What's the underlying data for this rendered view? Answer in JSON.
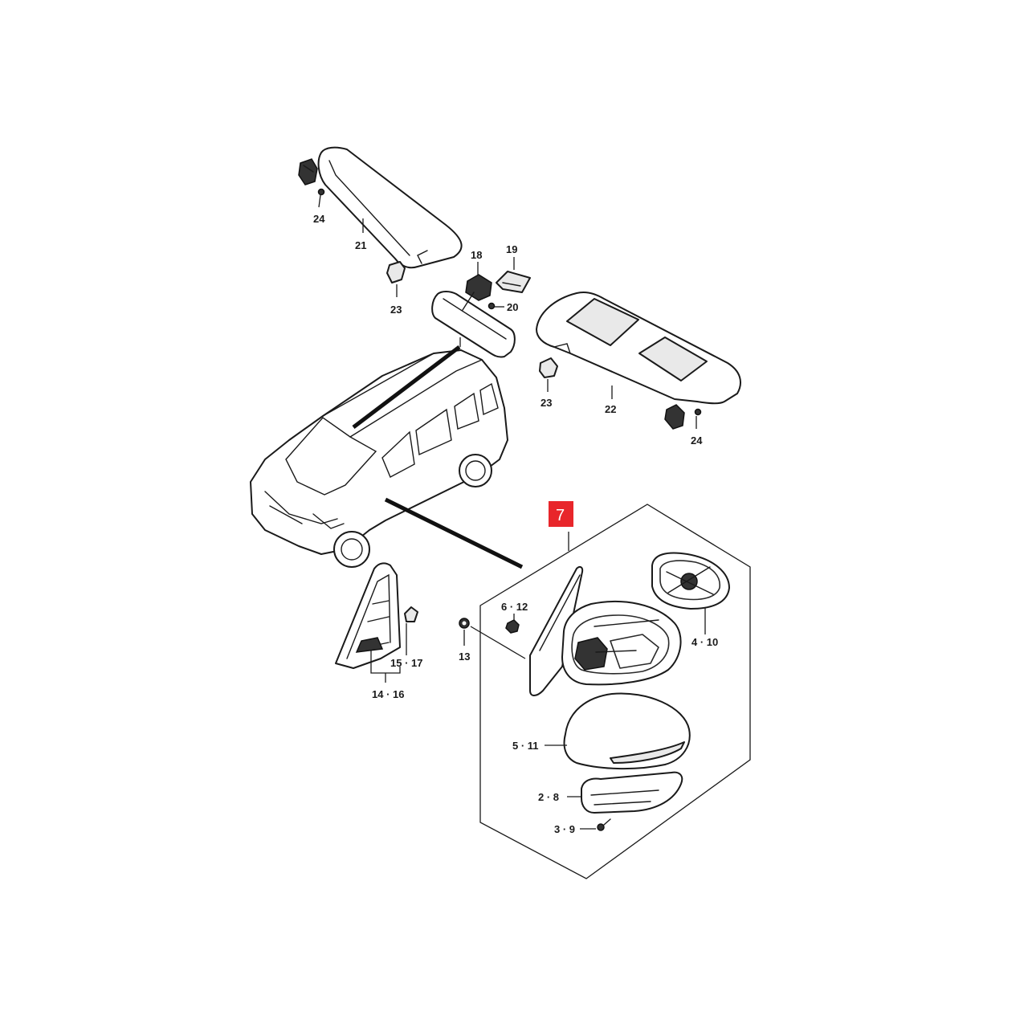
{
  "diagram": {
    "callouts": {
      "sun_visor_left_label": "21",
      "sun_visor_right_label": "22",
      "visor_holder_left_label": "23",
      "visor_holder_right_label": "23",
      "screw_top_left_label": "24",
      "screw_right_label": "24",
      "mirror_mount_label": "18",
      "mirror_cover_label": "19",
      "mirror_screw_label": "20",
      "mirror_assembly_label": "7",
      "mirror_glass_label": "4 · 10",
      "mirror_cap_label": "5 · 11",
      "turn_signal_label": "2 · 8",
      "turn_signal_screw_label": "3 · 9",
      "nut_label": "6 · 12",
      "grommet_label": "13",
      "garnish_label": "14 · 16",
      "garnish_clip_label": "15 · 17"
    },
    "accent_color": "#e8262b",
    "line_color": "#1a1a1a"
  }
}
